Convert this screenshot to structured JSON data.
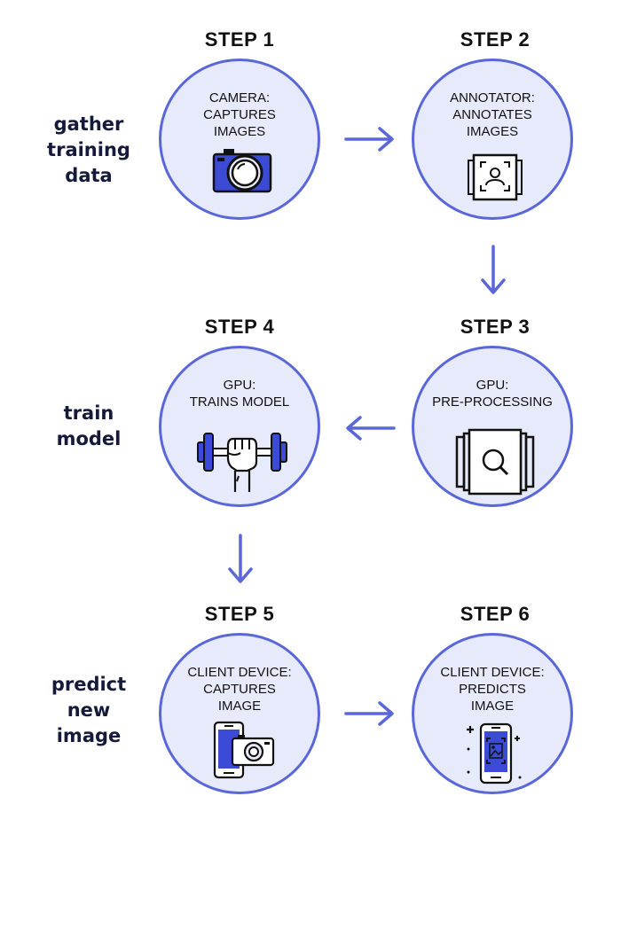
{
  "colors": {
    "accent": "#5a67d8",
    "circle_fill": "#e7eafb",
    "icon_blue": "#3b4bd6",
    "text": "#111111"
  },
  "phases": [
    {
      "lines": [
        "gather",
        "training",
        "data"
      ]
    },
    {
      "lines": [
        "train",
        "model"
      ]
    },
    {
      "lines": [
        "predict",
        "new",
        "image"
      ]
    }
  ],
  "steps": [
    {
      "title": "STEP 1",
      "lines": [
        "CAMERA:",
        "CAPTURES",
        "IMAGES"
      ],
      "icon": "camera-icon"
    },
    {
      "title": "STEP 2",
      "lines": [
        "ANNOTATOR:",
        "ANNOTATES",
        "IMAGES"
      ],
      "icon": "annotation-icon"
    },
    {
      "title": "STEP 3",
      "lines": [
        "GPU:",
        "PRE-PROCESSING"
      ],
      "icon": "image-search-icon"
    },
    {
      "title": "STEP 4",
      "lines": [
        "GPU:",
        "TRAINS MODEL"
      ],
      "icon": "dumbbell-icon"
    },
    {
      "title": "STEP 5",
      "lines": [
        "CLIENT DEVICE:",
        "CAPTURES",
        "IMAGE"
      ],
      "icon": "phone-camera-icon"
    },
    {
      "title": "STEP 6",
      "lines": [
        "CLIENT DEVICE:",
        "PREDICTS",
        "IMAGE"
      ],
      "icon": "phone-scan-icon"
    }
  ]
}
